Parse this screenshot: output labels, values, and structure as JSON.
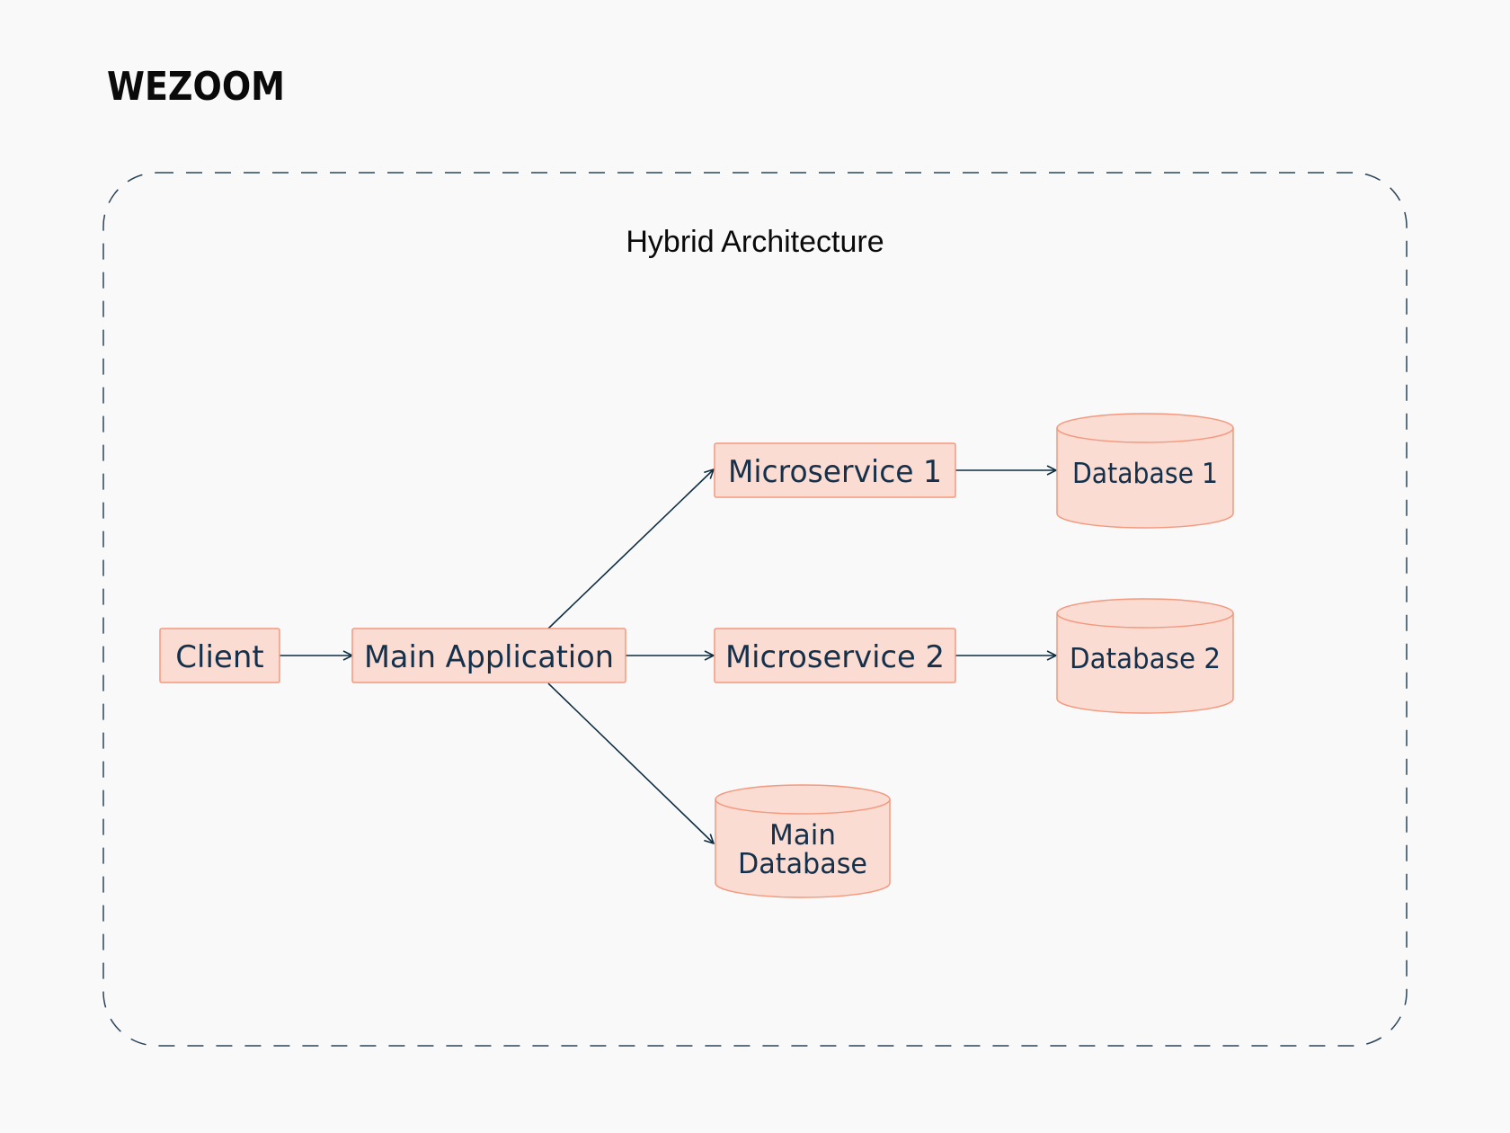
{
  "logo": {
    "text": "WEZOOM"
  },
  "diagram": {
    "title": "Hybrid Architecture",
    "nodes": {
      "client": {
        "label": "Client"
      },
      "main_application": {
        "label": "Main Application"
      },
      "microservice_1": {
        "label": "Microservice 1"
      },
      "microservice_2": {
        "label": "Microservice 2"
      },
      "database_1": {
        "label": "Database 1"
      },
      "database_2": {
        "label": "Database 2"
      },
      "main_database": {
        "line1": "Main",
        "line2": "Database"
      }
    },
    "edges": [
      {
        "from": "Client",
        "to": "Main Application"
      },
      {
        "from": "Main Application",
        "to": "Microservice 1"
      },
      {
        "from": "Main Application",
        "to": "Microservice 2"
      },
      {
        "from": "Main Application",
        "to": "Main Database"
      },
      {
        "from": "Microservice 1",
        "to": "Database 1"
      },
      {
        "from": "Microservice 2",
        "to": "Database 2"
      }
    ]
  },
  "colors": {
    "background": "#f9f9f9",
    "node_fill": "#fbdcd3",
    "node_stroke": "#f4987e",
    "edge": "#0e2d40",
    "frame": "#2a4458"
  }
}
